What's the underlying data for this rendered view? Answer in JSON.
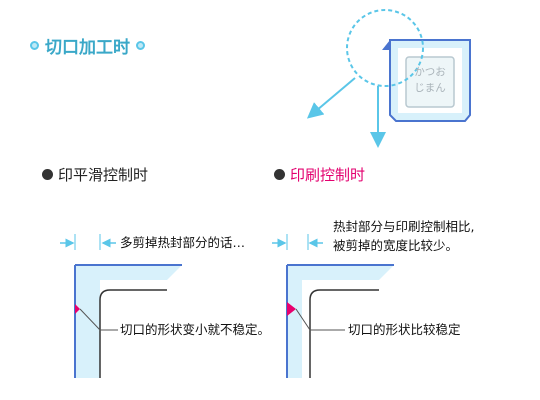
{
  "title": "切口加工时",
  "icons": {
    "title_deco": "circle-bullet-icon",
    "bullet": "filled-circle-icon"
  },
  "package_label": {
    "line1": "かつお",
    "line2": "じまん"
  },
  "left": {
    "heading": "印平滑控制时",
    "top_note": "多剪掉热封部分的话…",
    "bottom_note": "切口的形状变小就不稳定。"
  },
  "right": {
    "heading": "印刷控制时",
    "top_note_line1": "热封部分与印刷控制相比,",
    "top_note_line2": "被剪掉的宽度比较少。",
    "bottom_note": "切口的形状比较稳定"
  },
  "colors": {
    "accent": "#3aa8c8",
    "highlight": "#e3006f",
    "seal_fill": "#d8f1fb",
    "seal_border": "#4a74cf",
    "marker": "#e8006e"
  }
}
